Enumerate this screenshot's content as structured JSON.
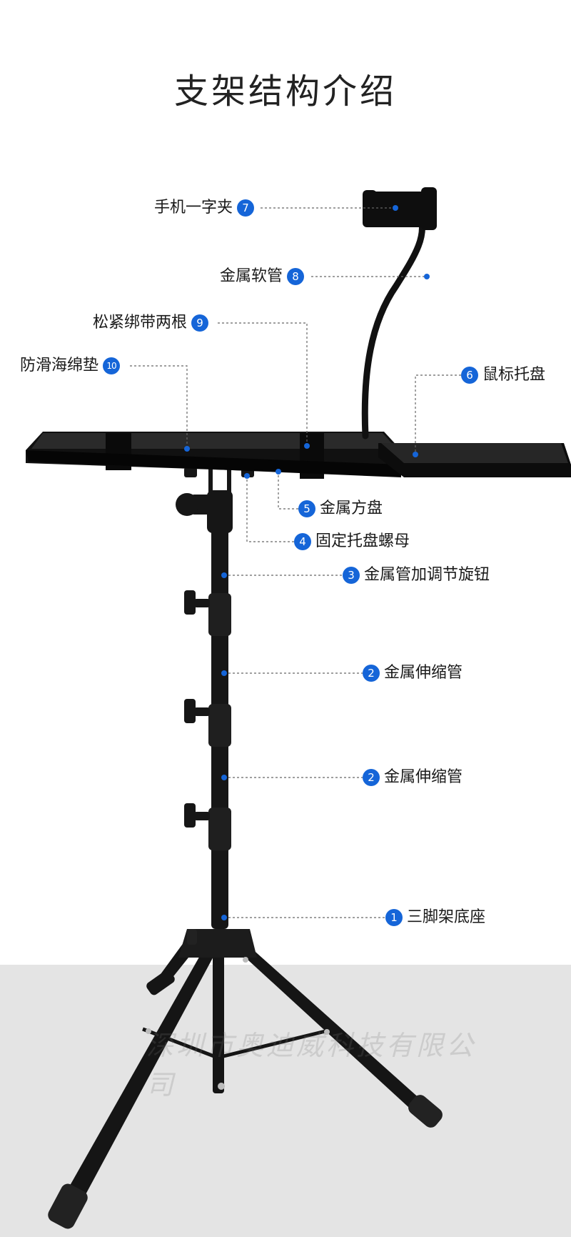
{
  "title": "支架结构介绍",
  "watermark": "深圳市奥迪威科技有限公司",
  "accent_color": "#1565d8",
  "callouts": [
    {
      "num": "7",
      "label": "手机一字夹"
    },
    {
      "num": "8",
      "label": "金属软管"
    },
    {
      "num": "9",
      "label": "松紧绑带两根"
    },
    {
      "num": "10",
      "label": "防滑海绵垫"
    },
    {
      "num": "6",
      "label": "鼠标托盘"
    },
    {
      "num": "5",
      "label": "金属方盘"
    },
    {
      "num": "4",
      "label": "固定托盘螺母"
    },
    {
      "num": "3",
      "label": "金属管加调节旋钮"
    },
    {
      "num": "2",
      "label": "金属伸缩管"
    },
    {
      "num": "2",
      "label": "金属伸缩管"
    },
    {
      "num": "1",
      "label": "三脚架底座"
    }
  ]
}
